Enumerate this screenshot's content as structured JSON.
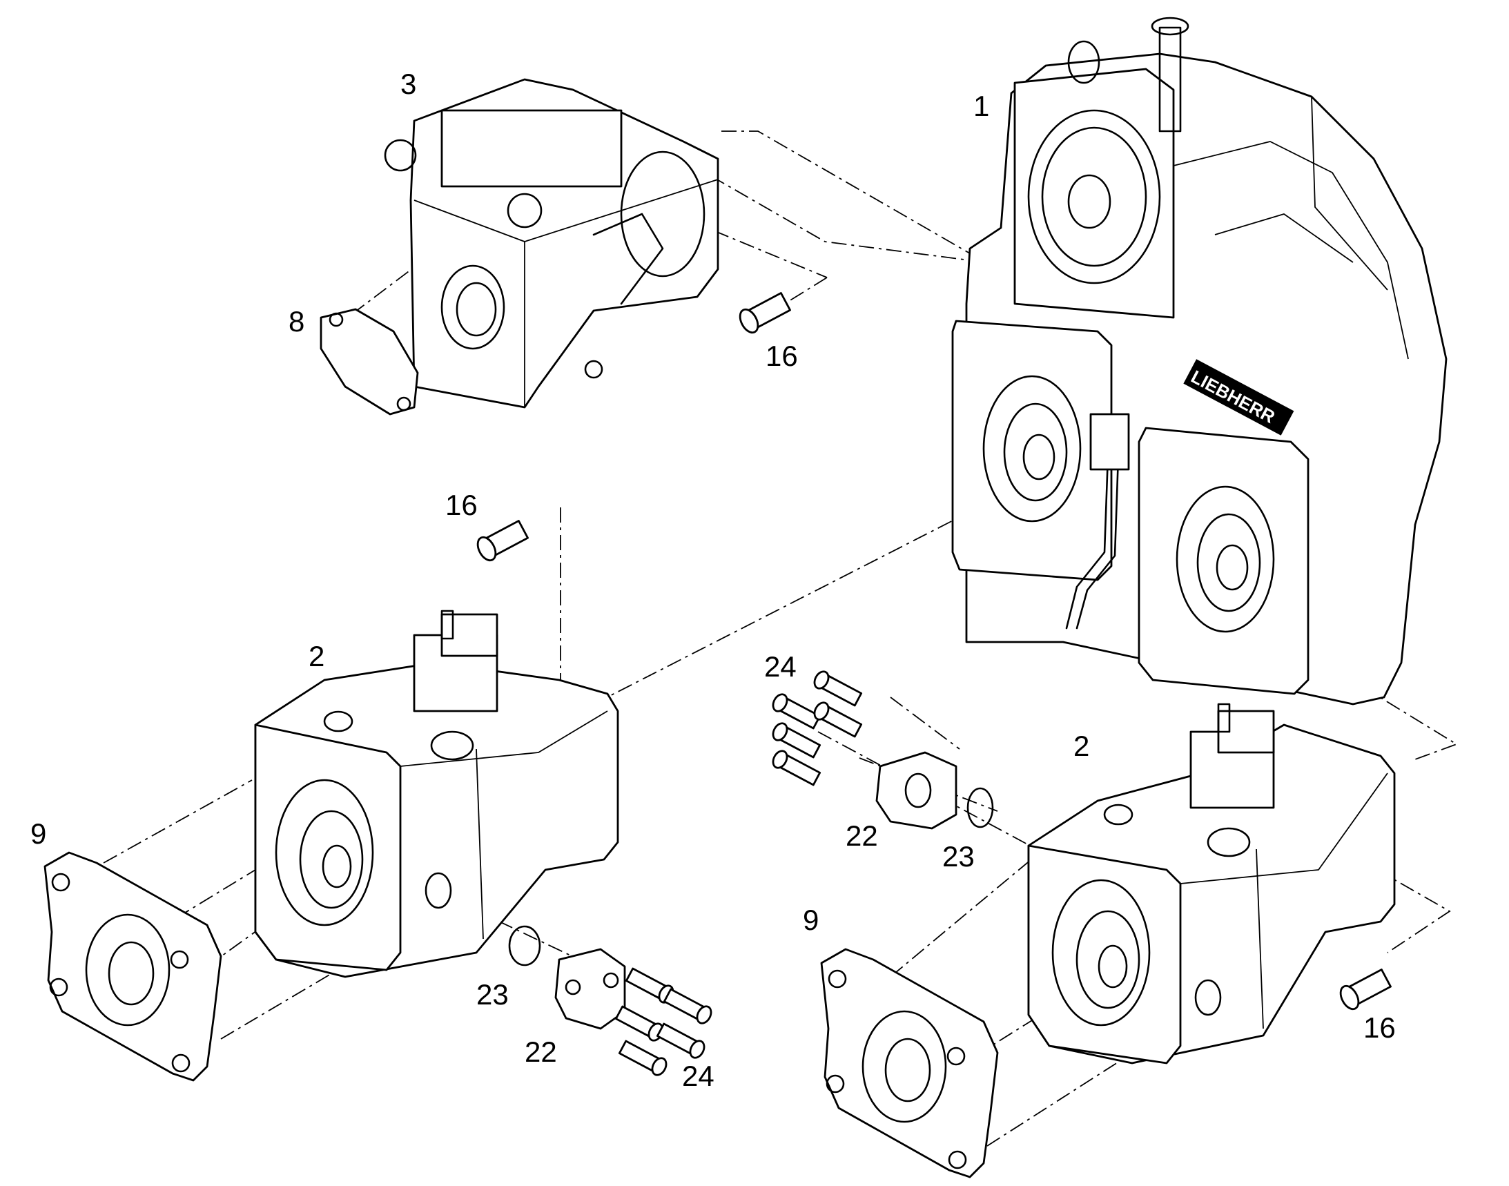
{
  "diagram": {
    "callouts": [
      "1",
      "2",
      "2",
      "3",
      "8",
      "9",
      "9",
      "16",
      "16",
      "16",
      "22",
      "22",
      "23",
      "23",
      "24",
      "24"
    ],
    "logo_text": "LIEBHERR"
  }
}
